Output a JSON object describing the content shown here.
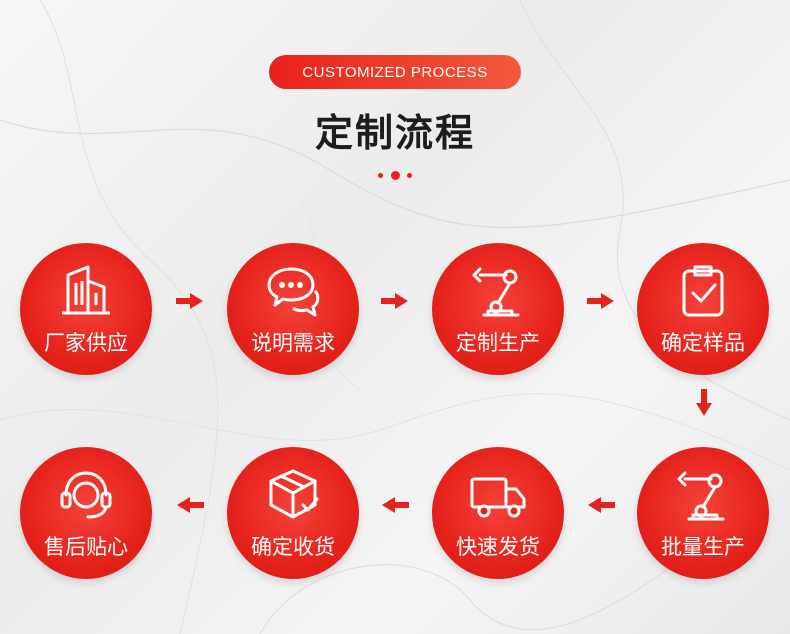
{
  "header": {
    "badge": "CUSTOMIZED PROCESS",
    "title": "定制流程"
  },
  "colors": {
    "accent": "#e5221c",
    "title": "#1d1d1d"
  },
  "steps": [
    {
      "label": "厂家供应",
      "icon": "building-icon"
    },
    {
      "label": "说明需求",
      "icon": "chat-bubbles-icon"
    },
    {
      "label": "定制生产",
      "icon": "robot-arm-icon"
    },
    {
      "label": "确定样品",
      "icon": "clipboard-check-icon"
    },
    {
      "label": "批量生产",
      "icon": "robot-arm-icon"
    },
    {
      "label": "快速发货",
      "icon": "delivery-truck-icon"
    },
    {
      "label": "确定收货",
      "icon": "package-check-icon"
    },
    {
      "label": "售后贴心",
      "icon": "headset-support-icon"
    }
  ]
}
